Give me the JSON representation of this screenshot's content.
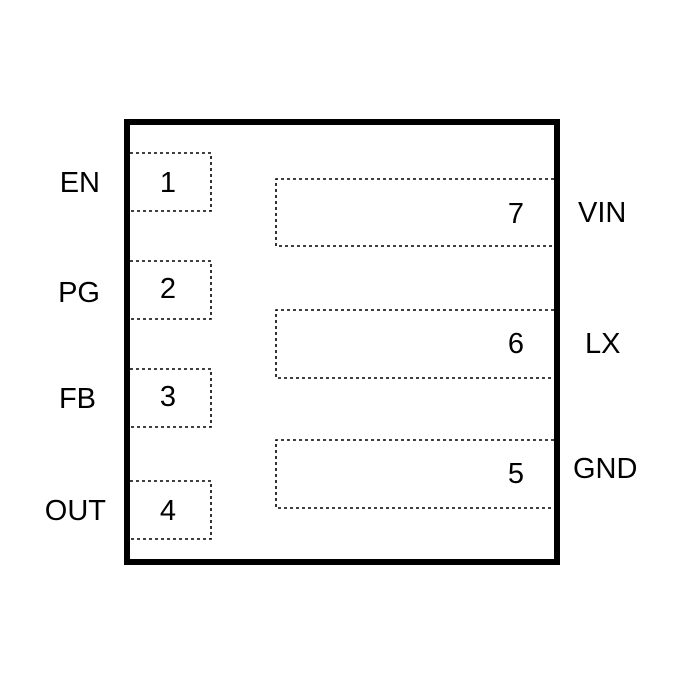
{
  "package": {
    "left_pins": [
      {
        "number": "1",
        "name": "EN"
      },
      {
        "number": "2",
        "name": "PG"
      },
      {
        "number": "3",
        "name": "FB"
      },
      {
        "number": "4",
        "name": "OUT"
      }
    ],
    "right_pins": [
      {
        "number": "7",
        "name": "VIN"
      },
      {
        "number": "6",
        "name": "LX"
      },
      {
        "number": "5",
        "name": "GND"
      }
    ]
  }
}
